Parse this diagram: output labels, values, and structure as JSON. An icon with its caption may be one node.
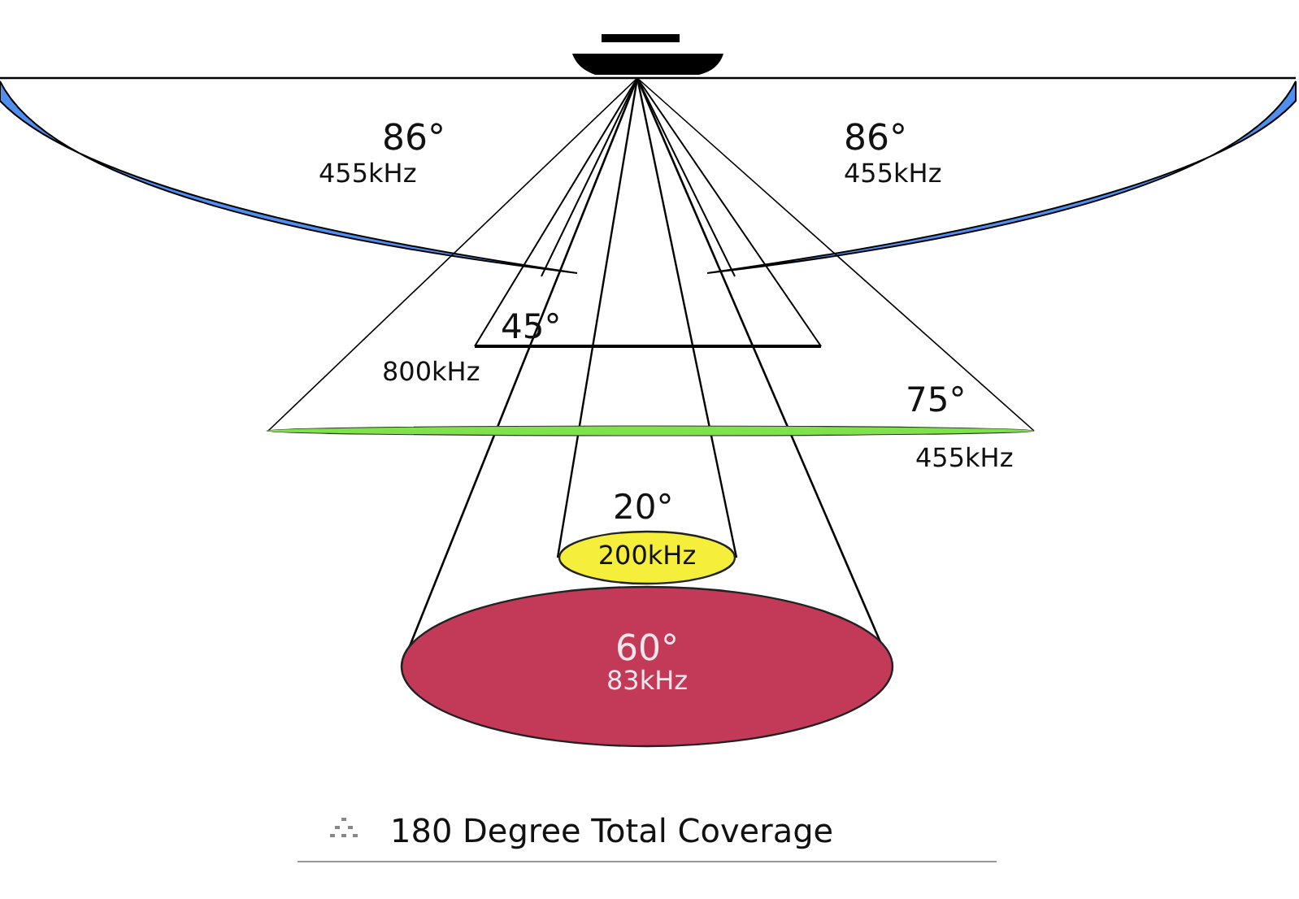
{
  "diagram": {
    "caption": "180 Degree Total Coverage",
    "nodes": [
      {
        "text": [
          "200kHz"
        ]
      },
      {
        "text": [
          "60°",
          "83kHz"
        ]
      }
    ],
    "labels": [
      "86°",
      "455kHz",
      "86°",
      "455kHz",
      "45°",
      "800kHz",
      "75°",
      "455kHz",
      "20°"
    ]
  }
}
